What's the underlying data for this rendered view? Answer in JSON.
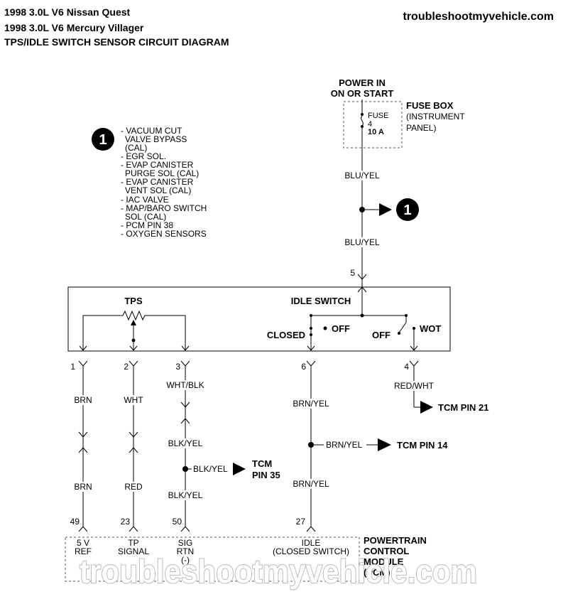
{
  "header": {
    "line1": "1998 3.0L V6 Nissan Quest",
    "line2": "1998 3.0L V6 Mercury Villager",
    "line3": "TPS/IDLE SWITCH SENSOR CIRCUIT DIAGRAM",
    "site": "troubleshootmyvehicle.com"
  },
  "power": {
    "line1": "POWER IN",
    "line2": "ON OR START"
  },
  "fuse_box": {
    "title": "FUSE BOX",
    "sub1": "(INSTRUMENT",
    "sub2": "PANEL)",
    "fuse_label": "FUSE",
    "fuse_number": "4",
    "fuse_rating": "10 A"
  },
  "callout": {
    "number": "1",
    "items": [
      "- VACUUM CUT",
      "  VALVE BYPASS",
      "  (CAL)",
      "- EGR SOL.",
      "- EVAP CANISTER",
      "  PURGE SOL (CAL)",
      "- EVAP CANISTER",
      "  VENT SOL (CAL)",
      "- IAC VALVE",
      "- MAP/BARO SWITCH",
      "  SOL (CAL)",
      "- PCM PIN 38",
      "- OXYGEN SENSORS"
    ]
  },
  "wires": {
    "feed_upper": "BLU/YEL",
    "feed_lower": "BLU/YEL",
    "feed_pin": "5",
    "tps_title": "TPS",
    "idle_title": "IDLE SWITCH",
    "closed": "CLOSED",
    "off_left": "OFF",
    "off_right": "OFF",
    "wot": "WOT",
    "pin1": "1",
    "pin2": "2",
    "pin3": "3",
    "pin6": "6",
    "pin4": "4",
    "c1_upper": "BRN",
    "c1_lower": "BRN",
    "c2_upper": "WHT",
    "c2_lower": "RED",
    "c3_upper": "WHT/BLK",
    "c3_mid": "BLK/YEL",
    "c3_branch": "BLK/YEL",
    "c3_lower": "BLK/YEL",
    "c6_upper": "BRN/YEL",
    "c6_branch": "BRN/YEL",
    "c6_lower": "BRN/YEL",
    "c4_upper": "RED/WHT",
    "tcm21": "TCM PIN 21",
    "tcm14": "TCM PIN 14",
    "tcm35_l1": "TCM",
    "tcm35_l2": "PIN 35"
  },
  "pcm": {
    "pin49": "49",
    "pin23": "23",
    "pin50": "50",
    "pin27": "27",
    "t49_1": "5 V",
    "t49_2": "REF",
    "t23_1": "TP",
    "t23_2": "SIGNAL",
    "t50_1": "SIG",
    "t50_2": "RTN",
    "t50_3": "(-)",
    "t27_1": "IDLE",
    "t27_2": "(CLOSED SWITCH)",
    "title1": "POWERTRAIN",
    "title2": "CONTROL",
    "title3": "MODULE",
    "title4": "(PCM)"
  },
  "watermark": "troubleshootmyvehicle.com"
}
